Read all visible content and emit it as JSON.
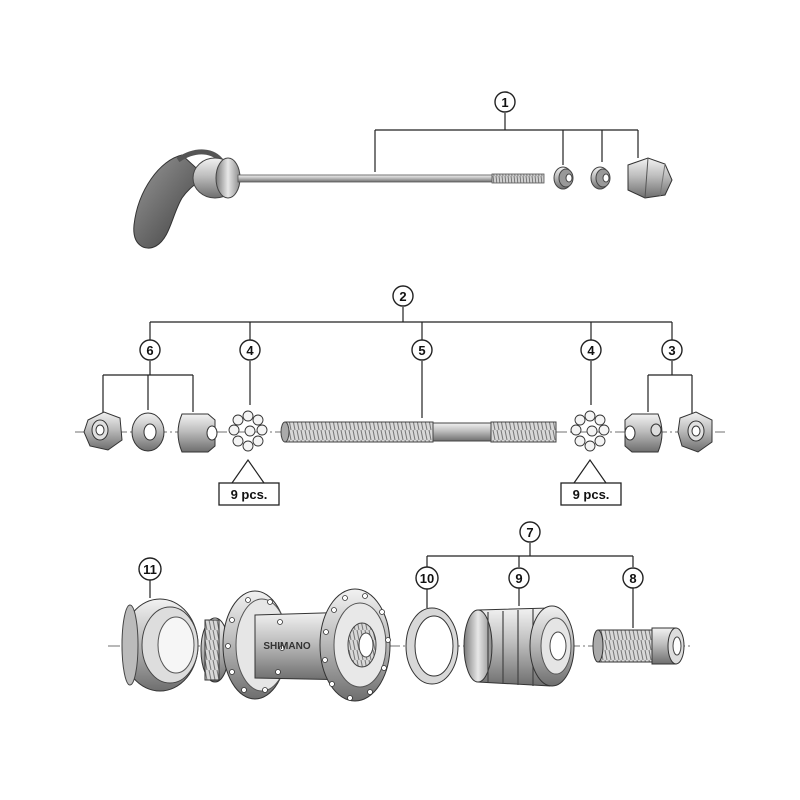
{
  "callouts": [
    "1",
    "2",
    "3",
    "4",
    "5",
    "4",
    "6",
    "7",
    "8",
    "9",
    "10",
    "11"
  ],
  "quantities": [
    "9 pcs.",
    "9 pcs."
  ],
  "hub_brand": "SHIMANO"
}
